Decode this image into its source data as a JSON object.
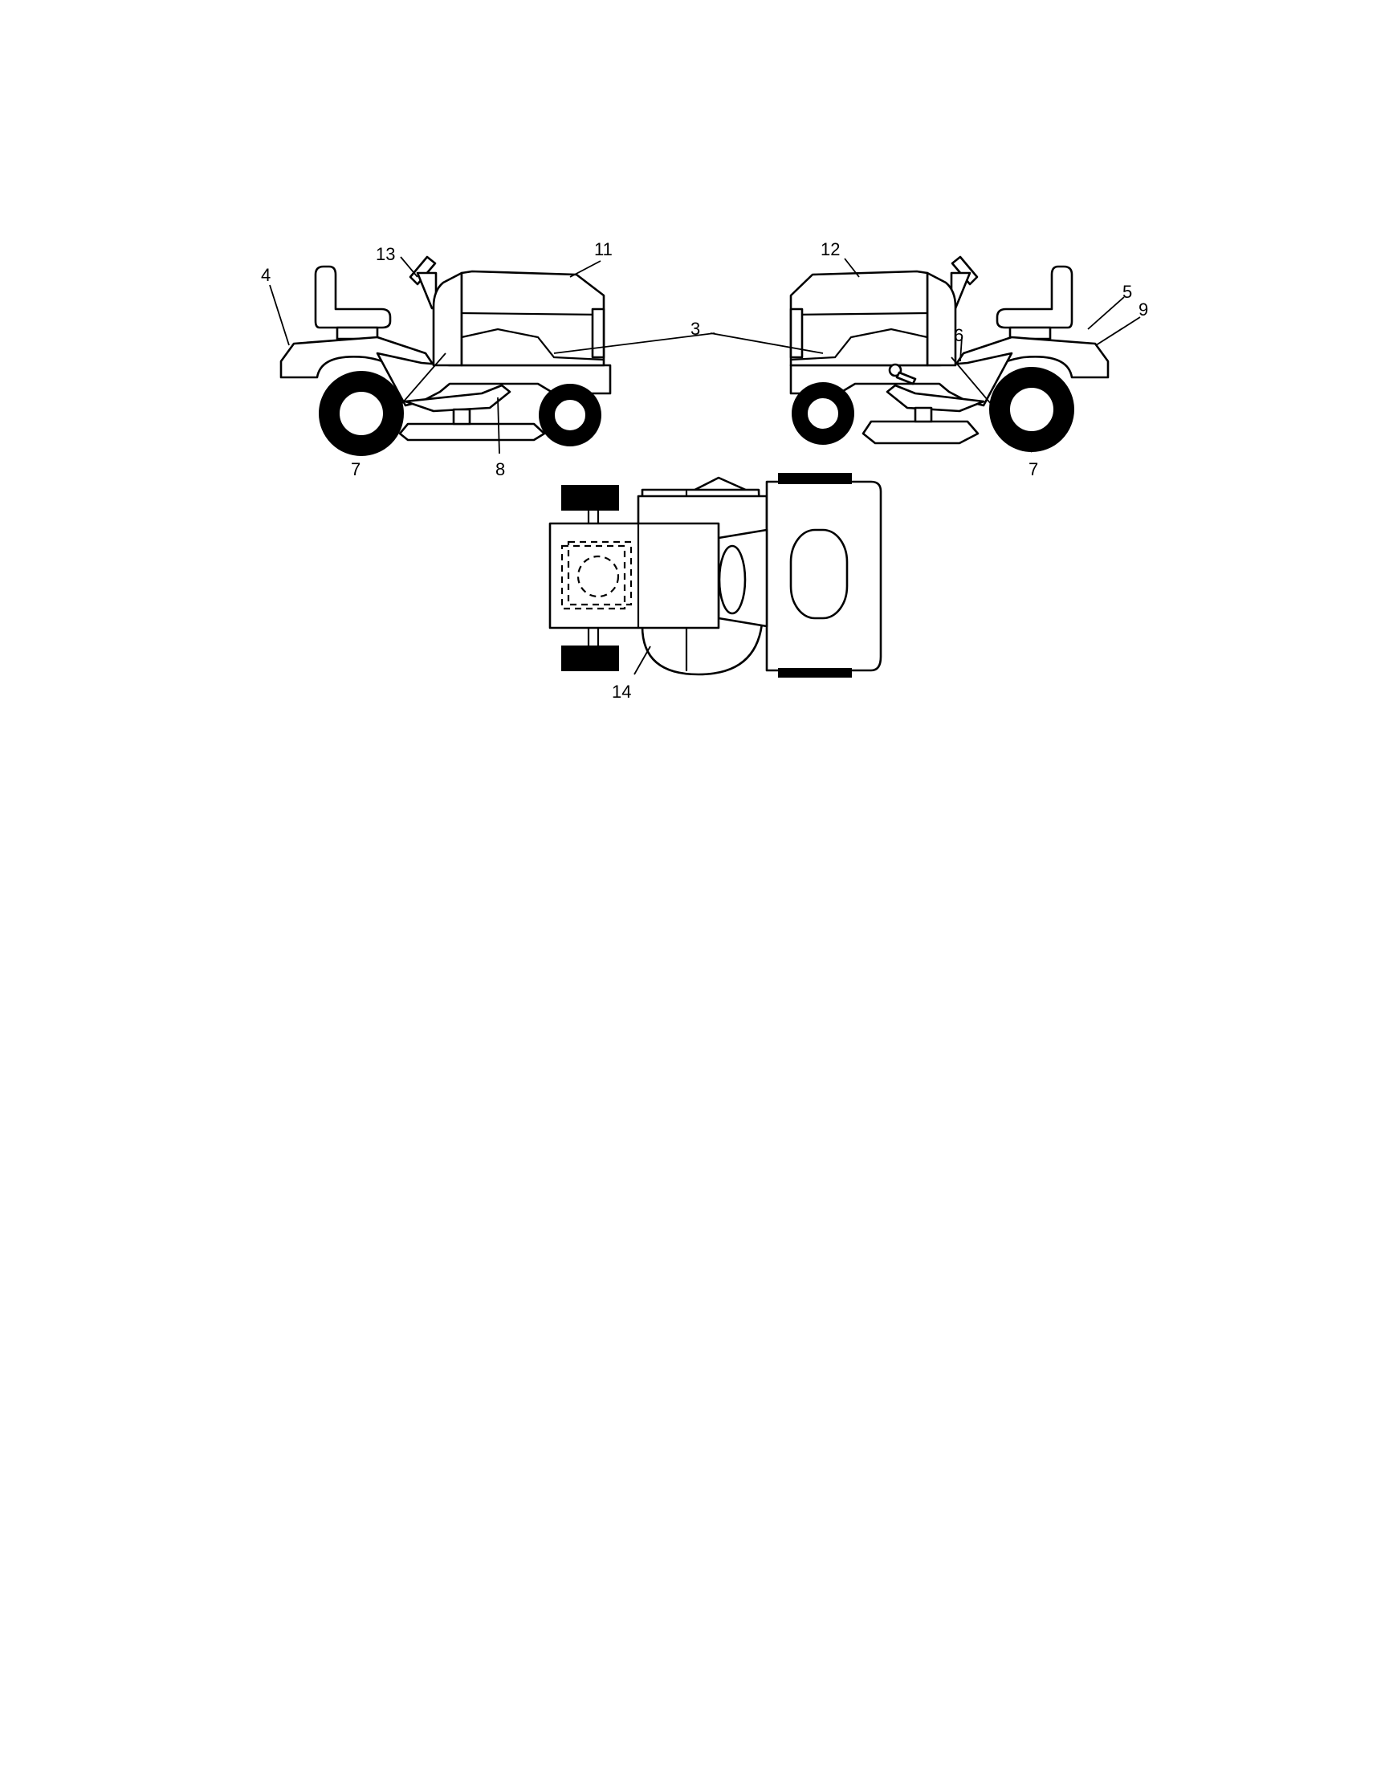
{
  "diagram": {
    "left_view": {
      "callouts": {
        "c13": "13",
        "c11": "11",
        "c4": "4",
        "c3": "3",
        "c7": "7",
        "c8": "8"
      }
    },
    "right_view": {
      "callouts": {
        "c12": "12",
        "c5": "5",
        "c9": "9",
        "c6": "6",
        "c7": "7"
      }
    },
    "top_view": {
      "callouts": {
        "c14": "14"
      }
    }
  }
}
